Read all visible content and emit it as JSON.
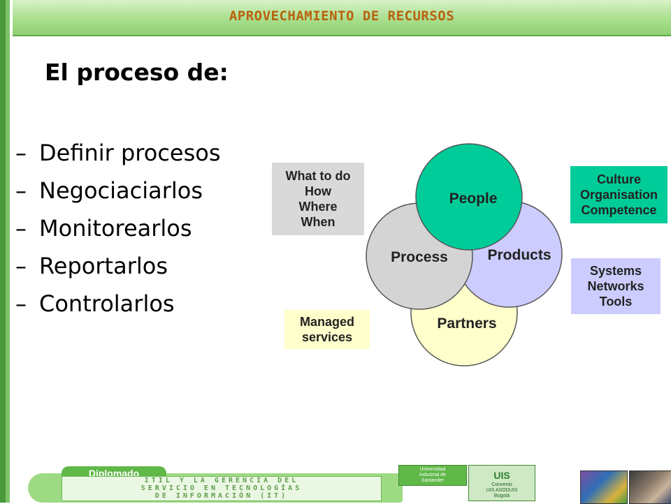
{
  "header": {
    "title": "APROVECHAMIENTO DE RECURSOS"
  },
  "content": {
    "subtitle": "El proceso de:",
    "bullets": [
      {
        "dash": "–",
        "text": "Definir procesos"
      },
      {
        "dash": "–",
        "text": "Negociaciarlos"
      },
      {
        "dash": "–",
        "text": "Monitorearlos"
      },
      {
        "dash": "–",
        "text": "Reportarlos"
      },
      {
        "dash": "–",
        "text": "Controlarlos"
      }
    ]
  },
  "diagram": {
    "circles": {
      "people": {
        "label": "People",
        "color": "#00cc99"
      },
      "process": {
        "label": "Process",
        "color": "#d4d4d4"
      },
      "products": {
        "label": "Products",
        "color": "#ccccff"
      },
      "partners": {
        "label": "Partners",
        "color": "#ffffcc"
      }
    },
    "boxes": {
      "what_to_do": {
        "lines": [
          "What to do",
          "How",
          "Where",
          "When"
        ],
        "color": "#d9d9d9"
      },
      "culture": {
        "lines": [
          "Culture",
          "Organisation",
          "Competence"
        ],
        "color": "#00cc99"
      },
      "systems": {
        "lines": [
          "Systems",
          "Networks",
          "Tools"
        ],
        "color": "#ccccff"
      },
      "managed": {
        "lines": [
          "Managed",
          "services"
        ],
        "color": "#ffffcc"
      }
    }
  },
  "footer": {
    "tag": "Diplomado",
    "banner_lines": [
      "ITIL Y LA GERENCIA DEL",
      "SERVICIO EN TECNOLOGÍAS",
      "DE INFORMACIÓN (IT)"
    ],
    "university": [
      "Universidad",
      "Industrial de",
      "Santander"
    ],
    "logo": "UIS",
    "logo_sub": [
      "Convenio",
      "UIS ASODUIS",
      "Bogotá"
    ]
  }
}
